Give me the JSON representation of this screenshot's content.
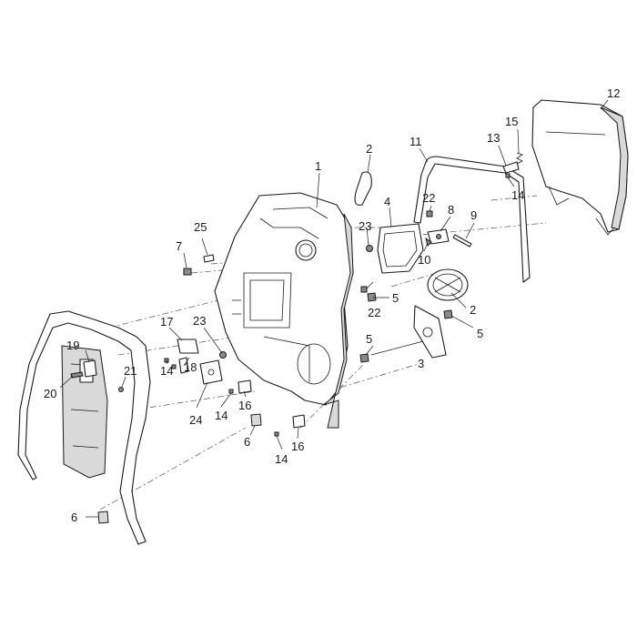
{
  "callouts": [
    {
      "id": "c1",
      "text": "1"
    },
    {
      "id": "c2a",
      "text": "2"
    },
    {
      "id": "c2b",
      "text": "2"
    },
    {
      "id": "c3",
      "text": "3"
    },
    {
      "id": "c4",
      "text": "4"
    },
    {
      "id": "c5a",
      "text": "5"
    },
    {
      "id": "c5b",
      "text": "5"
    },
    {
      "id": "c5c",
      "text": "5"
    },
    {
      "id": "c6a",
      "text": "6"
    },
    {
      "id": "c6b",
      "text": "6"
    },
    {
      "id": "c7",
      "text": "7"
    },
    {
      "id": "c8",
      "text": "8"
    },
    {
      "id": "c9",
      "text": "9"
    },
    {
      "id": "c10",
      "text": "10"
    },
    {
      "id": "c11",
      "text": "11"
    },
    {
      "id": "c12",
      "text": "12"
    },
    {
      "id": "c13",
      "text": "13"
    },
    {
      "id": "c14a",
      "text": "14"
    },
    {
      "id": "c14b",
      "text": "14"
    },
    {
      "id": "c14c",
      "text": "14"
    },
    {
      "id": "c14d",
      "text": "14"
    },
    {
      "id": "c15",
      "text": "15"
    },
    {
      "id": "c16a",
      "text": "16"
    },
    {
      "id": "c16b",
      "text": "16"
    },
    {
      "id": "c17",
      "text": "17"
    },
    {
      "id": "c18",
      "text": "18"
    },
    {
      "id": "c19",
      "text": "19"
    },
    {
      "id": "c20",
      "text": "20"
    },
    {
      "id": "c21",
      "text": "21"
    },
    {
      "id": "c22a",
      "text": "22"
    },
    {
      "id": "c22b",
      "text": "22"
    },
    {
      "id": "c23a",
      "text": "23"
    },
    {
      "id": "c23b",
      "text": "23"
    },
    {
      "id": "c24",
      "text": "24"
    },
    {
      "id": "c25",
      "text": "25"
    }
  ]
}
